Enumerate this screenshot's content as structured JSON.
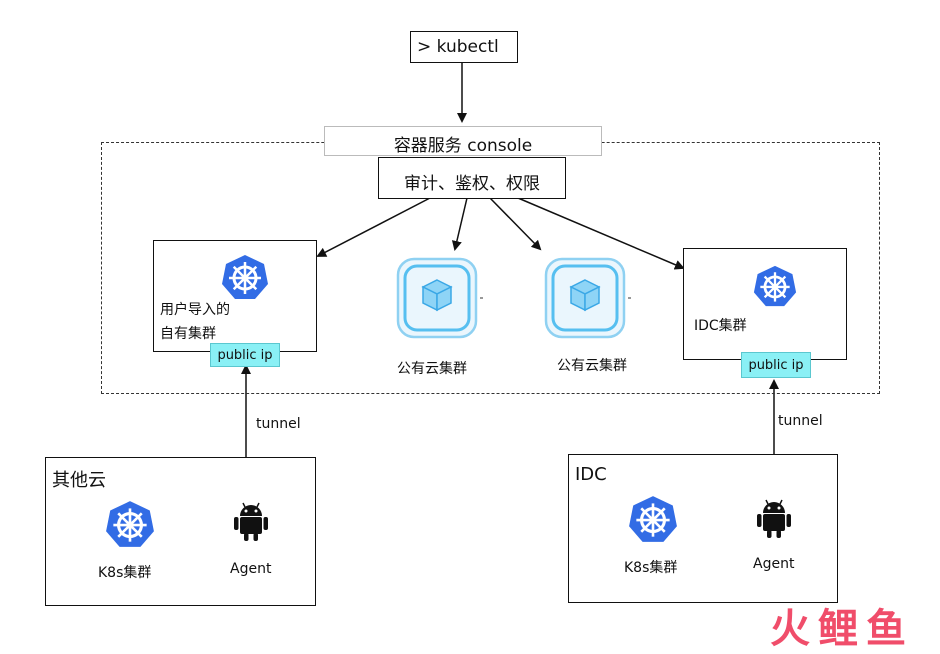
{
  "top": {
    "kubectl": "> kubectl",
    "console": "容器服务 console",
    "auth": "审计、鉴权、权限"
  },
  "control_plane": {
    "imported_cluster": {
      "label_line1": "用户导入的",
      "label_line2": "自有集群",
      "public_ip": "public ip"
    },
    "public_cloud_1": {
      "label": "公有云集群"
    },
    "public_cloud_2": {
      "label": "公有云集群"
    },
    "idc_cluster": {
      "label": "IDC集群",
      "public_ip": "public ip"
    }
  },
  "tunnels": {
    "left": "tunnel",
    "right": "tunnel"
  },
  "other_cloud": {
    "title": "其他云",
    "k8s": "K8s集群",
    "agent": "Agent"
  },
  "idc": {
    "title": "IDC",
    "k8s": "K8s集群",
    "agent": "Agent"
  },
  "watermark": {
    "chars": [
      "火",
      "鲤",
      "鱼"
    ]
  },
  "colors": {
    "k8s_blue": "#326ce5",
    "public_ip_bg": "#8af0f5",
    "cloud_icon": "#3db2ea",
    "watermark": "#f04d6a"
  }
}
